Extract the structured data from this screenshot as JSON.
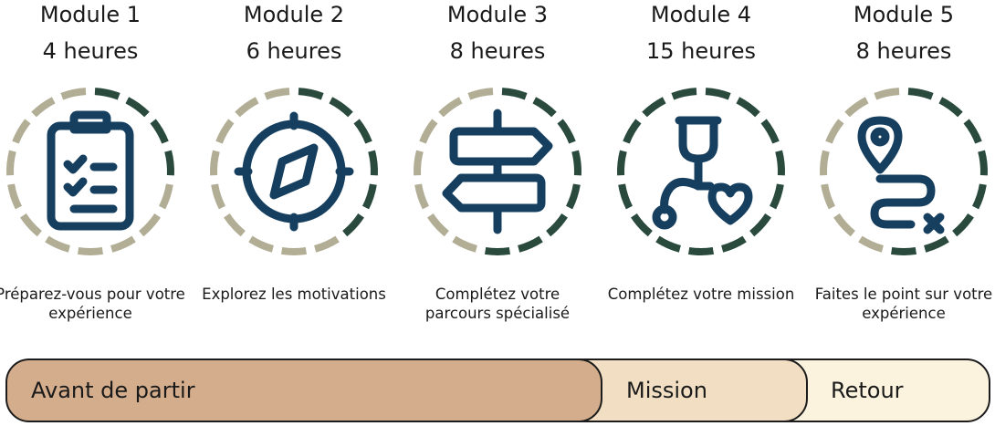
{
  "colors": {
    "icon": "#163f5f",
    "ring_filled": "#2a4a3e",
    "ring_empty": "#b2ae96",
    "phase_avant": "#d4ad8c",
    "phase_mission": "#f2dfc3",
    "phase_retour": "#fcf3df"
  },
  "modules": [
    {
      "title": "Module 1",
      "duration": "4 heures",
      "description": "Préparez-vous pour votre expérience",
      "icon": "clipboard-checklist-icon",
      "ring_filled_segments": 4
    },
    {
      "title": "Module 2",
      "duration": "6 heures",
      "description": "Explorez les motivations",
      "icon": "compass-icon",
      "ring_filled_segments": 6
    },
    {
      "title": "Module 3",
      "duration": "8 heures",
      "description": "Complétez votre parcours spécialisé",
      "icon": "signpost-icon",
      "ring_filled_segments": 8
    },
    {
      "title": "Module 4",
      "duration": "15 heures",
      "description": "Complétez votre mission",
      "icon": "stethoscope-heart-icon",
      "ring_filled_segments": 15
    },
    {
      "title": "Module 5",
      "duration": "8 heures",
      "description": "Faites le point sur votre expérience",
      "icon": "route-pin-icon",
      "ring_filled_segments": 8
    }
  ],
  "phases": [
    {
      "label": "Avant de partir"
    },
    {
      "label": "Mission"
    },
    {
      "label": "Retour"
    }
  ]
}
